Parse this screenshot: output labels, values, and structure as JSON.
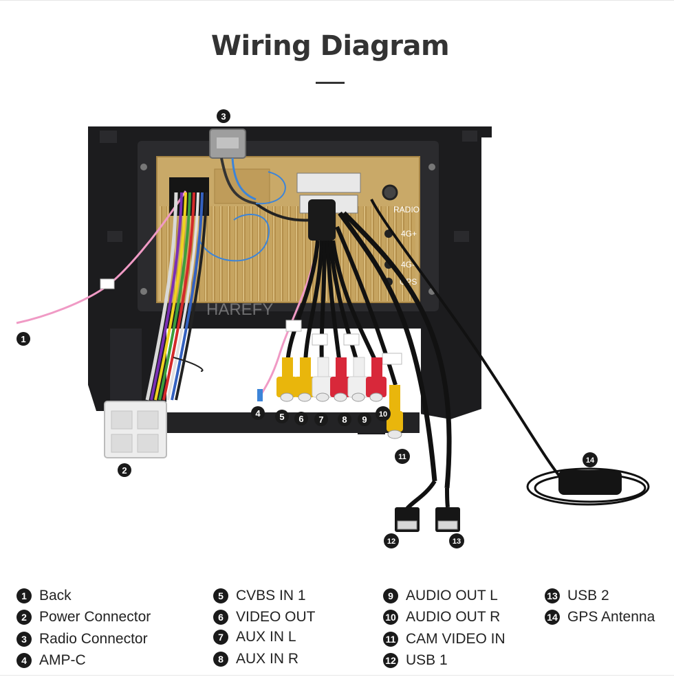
{
  "title": "Wiring Diagram",
  "watermark": "HAREFY",
  "callouts": [
    "1",
    "2",
    "3",
    "4",
    "5",
    "6",
    "7",
    "8",
    "9",
    "10",
    "11",
    "12",
    "13",
    "14"
  ],
  "panel_labels": {
    "radio": "RADIO",
    "fourg_plus": "4G+",
    "fourg_minus": "4G-",
    "gps": "GPS"
  },
  "legend": [
    {
      "num": "1",
      "label": "Back"
    },
    {
      "num": "2",
      "label": "Power Connector"
    },
    {
      "num": "3",
      "label": "Radio Connector"
    },
    {
      "num": "4",
      "label": "AMP-C"
    },
    {
      "num": "5",
      "label": "CVBS IN 1"
    },
    {
      "num": "6",
      "label": "VIDEO OUT"
    },
    {
      "num": "7",
      "label": "AUX IN L"
    },
    {
      "num": "8",
      "label": "AUX IN R"
    },
    {
      "num": "9",
      "label": "AUDIO OUT L"
    },
    {
      "num": "10",
      "label": "AUDIO OUT R"
    },
    {
      "num": "11",
      "label": "CAM VIDEO IN"
    },
    {
      "num": "12",
      "label": "USB 1"
    },
    {
      "num": "13",
      "label": "USB 2"
    },
    {
      "num": "14",
      "label": "GPS Antenna"
    }
  ],
  "colors": {
    "frame": "#1c1c1e",
    "panel": "#c9a968",
    "rca_yellow": "#e9b60c",
    "rca_white": "#efefef",
    "rca_red": "#d8283a",
    "cable": "#111111",
    "pink_wire": "#f09ac5",
    "blue_wire": "#3c84d8"
  }
}
